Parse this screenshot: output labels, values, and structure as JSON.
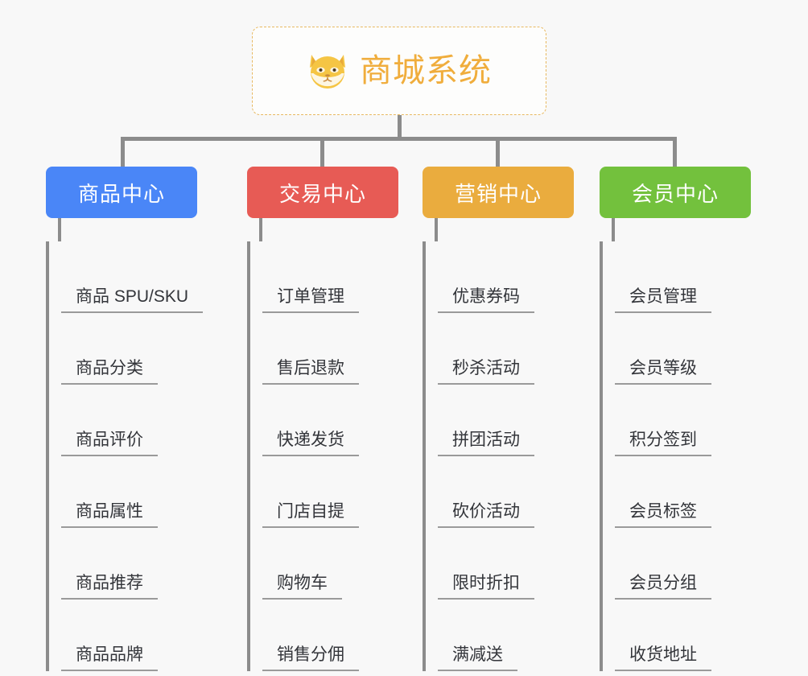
{
  "root": {
    "title": "商城系统",
    "icon": "shiba-dog-face-emoji",
    "border_color": "#e8b961",
    "text_color": "#f0ad3c"
  },
  "connector_color": "#8c8c8c",
  "background_color": "#f8f8f8",
  "categories": [
    {
      "label": "商品中心",
      "color": "#4a86f7",
      "color_name": "blue",
      "items": [
        "商品 SPU/SKU",
        "商品分类",
        "商品评价",
        "商品属性",
        "商品推荐",
        "商品品牌"
      ]
    },
    {
      "label": "交易中心",
      "color": "#e75b55",
      "color_name": "red",
      "items": [
        "订单管理",
        "售后退款",
        "快递发货",
        "门店自提",
        "购物车",
        "销售分佣"
      ]
    },
    {
      "label": "营销中心",
      "color": "#eaac3e",
      "color_name": "orange",
      "items": [
        "优惠券码",
        "秒杀活动",
        "拼团活动",
        "砍价活动",
        "限时折扣",
        "满减送"
      ]
    },
    {
      "label": "会员中心",
      "color": "#73c13d",
      "color_name": "green",
      "items": [
        "会员管理",
        "会员等级",
        "积分签到",
        "会员标签",
        "会员分组",
        "收货地址"
      ]
    }
  ]
}
